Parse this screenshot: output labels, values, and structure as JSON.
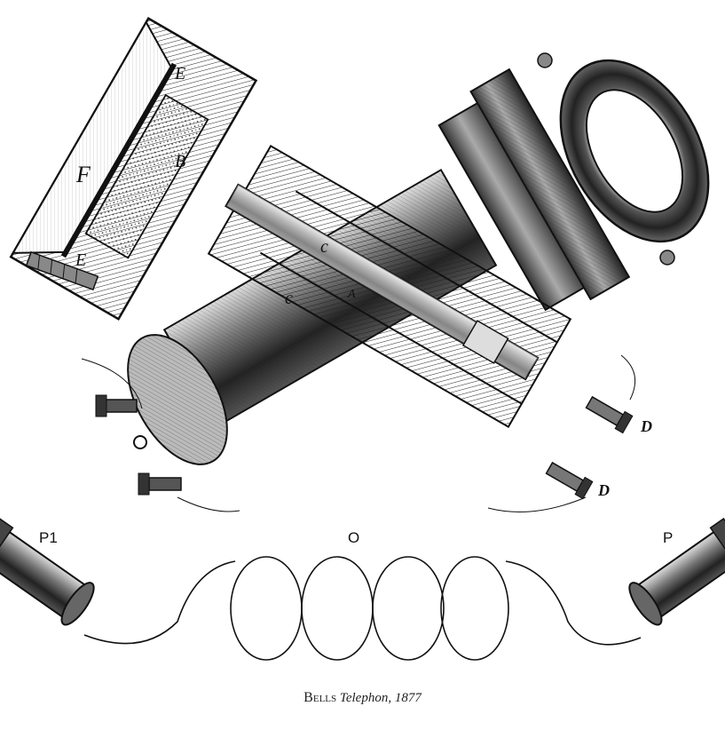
{
  "figure": {
    "labels": {
      "E_top": "E",
      "F": "F",
      "B": "B",
      "E_bottom": "E",
      "c_upper": "c",
      "c_lower": "c",
      "A": "A",
      "D_upper": "D",
      "D_lower": "D",
      "P1": "P1",
      "O": "O",
      "P": "P"
    },
    "caption": {
      "name": "Bells",
      "title": "Telephon,",
      "year": "1877"
    }
  }
}
